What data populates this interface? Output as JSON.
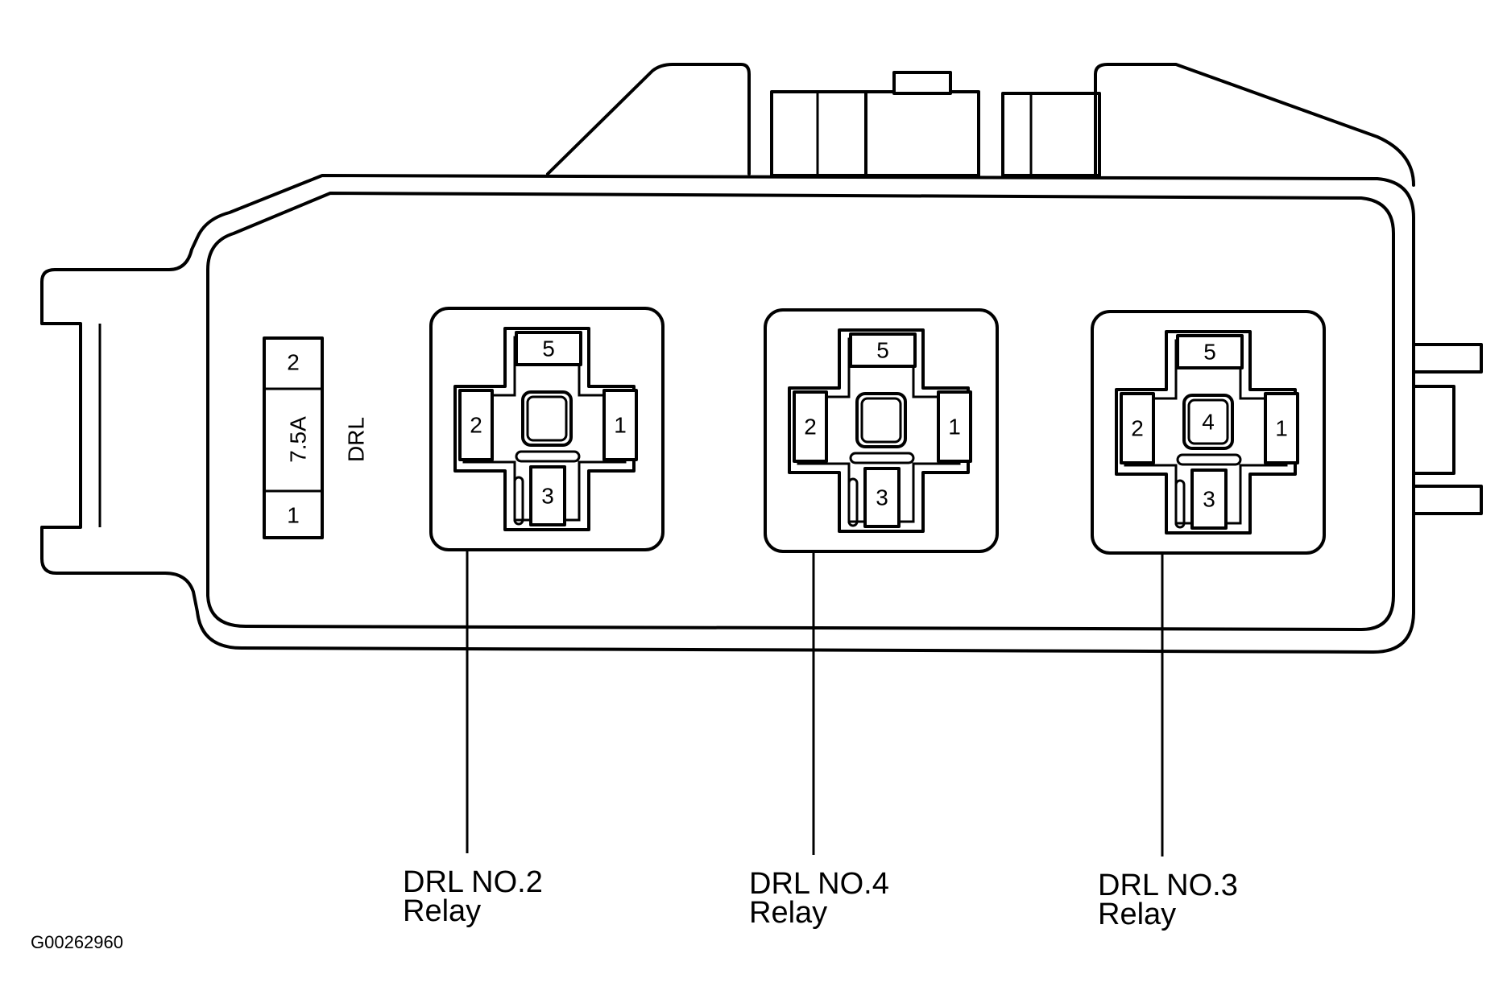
{
  "fuse": {
    "top_pin": "2",
    "rating": "7.5A",
    "bottom_pin": "1",
    "name": "DRL"
  },
  "relays": [
    {
      "pins": {
        "top": "5",
        "left": "2",
        "right": "1",
        "center": "",
        "bottom": "3"
      },
      "label_line1": "DRL NO.2",
      "label_line2": "Relay"
    },
    {
      "pins": {
        "top": "5",
        "left": "2",
        "right": "1",
        "center": "",
        "bottom": "3"
      },
      "label_line1": "DRL NO.4",
      "label_line2": "Relay"
    },
    {
      "pins": {
        "top": "5",
        "left": "2",
        "right": "1",
        "center": "4",
        "bottom": "3"
      },
      "label_line1": "DRL NO.3",
      "label_line2": "Relay"
    }
  ],
  "figure_code": "G00262960"
}
